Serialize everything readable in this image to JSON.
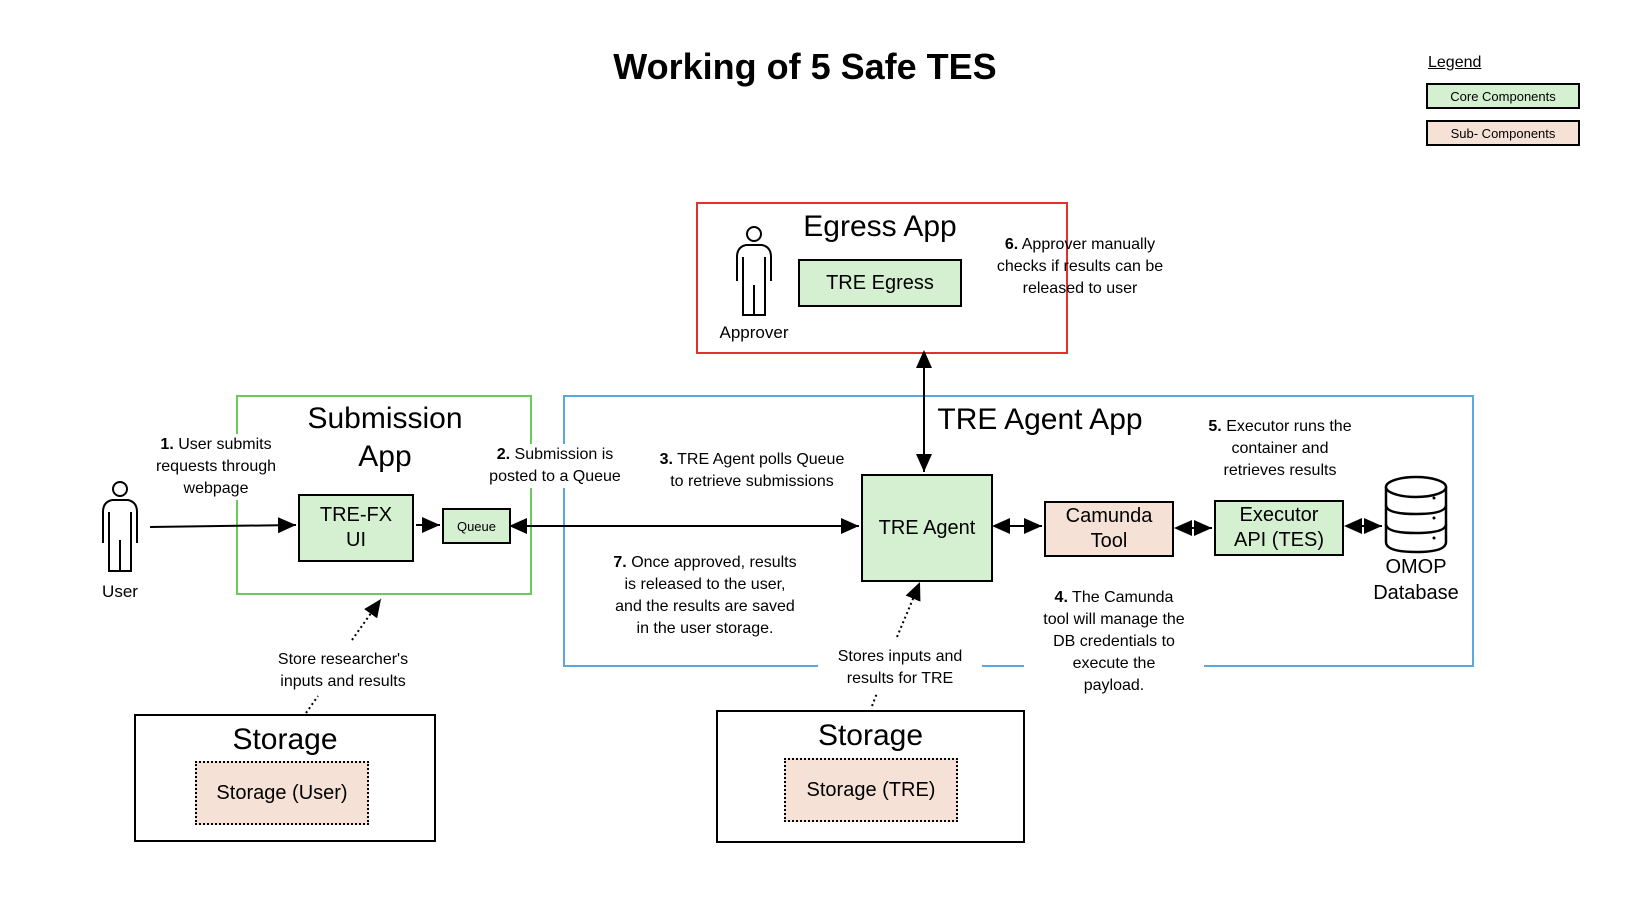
{
  "title": "Working of 5 Safe TES",
  "legend": {
    "title": "Legend",
    "core_label": "Core Components",
    "sub_label": "Sub- Components",
    "core_color": "#d4f0d0",
    "sub_color": "#f5e1d6"
  },
  "egress": {
    "title": "Egress App",
    "component": "TRE Egress",
    "actor_label": "Approver",
    "border_color": "#e03030"
  },
  "submission": {
    "title_line1": "Submission",
    "title_line2": "App",
    "ui_line1": "TRE-FX",
    "ui_line2": "UI",
    "queue": "Queue",
    "border_color": "#6acb5a"
  },
  "agent": {
    "title": "TRE Agent App",
    "component": "TRE Agent",
    "camunda_line1": "Camunda",
    "camunda_line2": "Tool",
    "executor_line1": "Executor",
    "executor_line2": "API (TES)",
    "database_line1": "OMOP",
    "database_line2": "Database",
    "border_color": "#5aa8e0"
  },
  "user": {
    "label": "User"
  },
  "storage_user": {
    "title": "Storage",
    "inner": "Storage (User)",
    "note_line1": "Store researcher's",
    "note_line2": "inputs and results"
  },
  "storage_tre": {
    "title": "Storage",
    "inner": "Storage (TRE)",
    "note_line1": "Stores inputs and",
    "note_line2": "results for TRE"
  },
  "steps": {
    "s1": {
      "num": "1.",
      "line1": "User submits",
      "line2": "requests through",
      "line3": "webpage"
    },
    "s2": {
      "num": "2.",
      "line1": "Submission is",
      "line2": "posted to a Queue"
    },
    "s3": {
      "num": "3.",
      "line1": "TRE Agent polls Queue",
      "line2": "to retrieve submissions"
    },
    "s4": {
      "num": "4.",
      "line1": "The Camunda",
      "line2": "tool will manage the",
      "line3": "DB credentials to",
      "line4": "execute the",
      "line5": "payload."
    },
    "s5": {
      "num": "5.",
      "line1": "Executor runs the",
      "line2": "container  and",
      "line3": "retrieves results"
    },
    "s6": {
      "num": "6.",
      "line1": "Approver manually",
      "line2": "checks if results can be",
      "line3": "released to user"
    },
    "s7": {
      "num": "7.",
      "line1": "Once approved, results",
      "line2": "is released to the user,",
      "line3": "and the results are saved",
      "line4": "in the user storage."
    }
  }
}
